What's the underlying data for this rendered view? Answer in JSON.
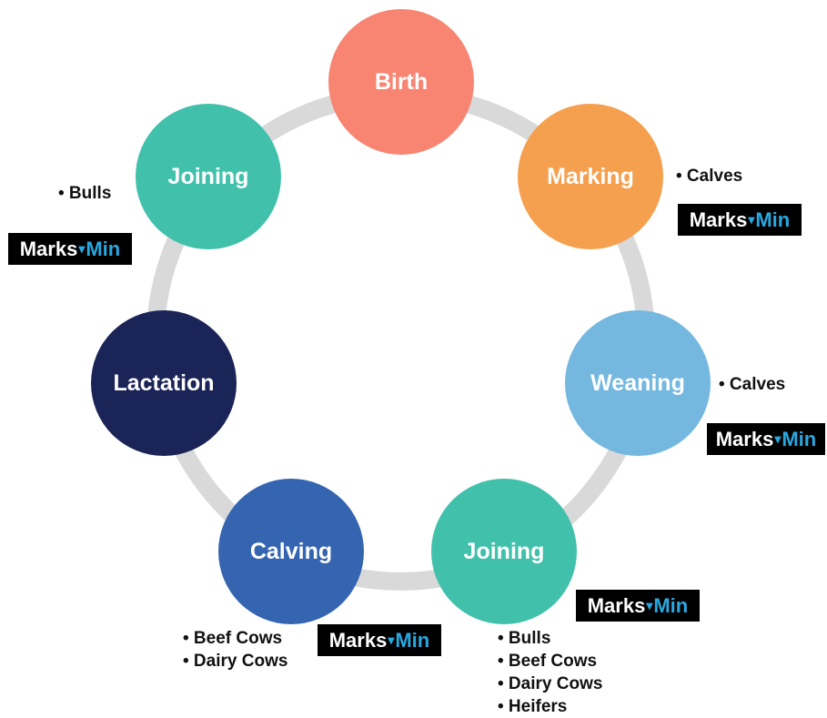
{
  "nodes": {
    "birth": {
      "label": "Birth",
      "color": "#f88472"
    },
    "marking": {
      "label": "Marking",
      "color": "#f5a04f"
    },
    "weaning": {
      "label": "Weaning",
      "color": "#74b8e0"
    },
    "joining_b": {
      "label": "Joining",
      "color": "#41c1ac"
    },
    "calving": {
      "label": "Calving",
      "color": "#3565b0"
    },
    "lactation": {
      "label": "Lactation",
      "color": "#1b2457"
    },
    "joining_t": {
      "label": "Joining",
      "color": "#41c1ac"
    }
  },
  "annotations": {
    "joining_t": [
      "• Bulls"
    ],
    "marking": [
      "• Calves"
    ],
    "weaning": [
      "• Calves"
    ],
    "calving": [
      "• Beef Cows",
      "• Dairy Cows"
    ],
    "joining_b": [
      "• Bulls",
      "• Beef Cows",
      "• Dairy Cows",
      "• Heifers"
    ]
  },
  "logo": {
    "part1": "Marks",
    "sep": "▾",
    "part2": "Min"
  },
  "ring_color": "#d9d9d9"
}
